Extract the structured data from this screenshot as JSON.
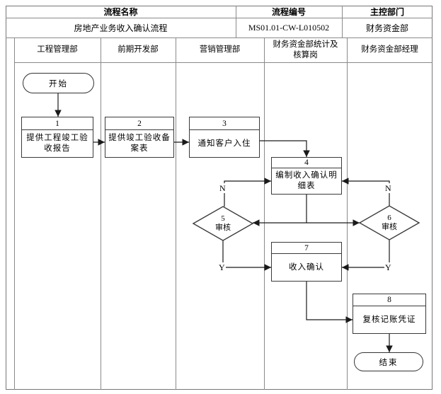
{
  "header": {
    "name_label": "流程名称",
    "code_label": "流程编号",
    "dept_label": "主控部门",
    "process_name": "房地产业务收入确认流程",
    "process_code": "MS01.01-CW-L010502",
    "controlling_dept": "财务资金部"
  },
  "lanes": [
    {
      "label": "工程管理部"
    },
    {
      "label": "前期开发部"
    },
    {
      "label": "营销管理部"
    },
    {
      "label": "财务资金部统计及\n核算岗"
    },
    {
      "label": "财务资金部经理"
    }
  ],
  "flow": {
    "start_label": "开始",
    "end_label": "结束",
    "steps": [
      {
        "num": "1",
        "label": "提供工程竣工验\n收报告"
      },
      {
        "num": "2",
        "label": "提供竣工验收备\n案表"
      },
      {
        "num": "3",
        "label": "通知客户入住"
      },
      {
        "num": "4",
        "label": "编制收入确认明\n细表"
      },
      {
        "num": "5",
        "label": "审核"
      },
      {
        "num": "6",
        "label": "审核"
      },
      {
        "num": "7",
        "label": "收入确认"
      },
      {
        "num": "8",
        "label": "复核记账凭证"
      }
    ],
    "branch_labels": {
      "yes": "Y",
      "no": "N"
    }
  },
  "colors": {
    "background": "#ffffff",
    "table_line": "#8a8a8a",
    "shape_border": "#3a3a3a",
    "connector": "#1a1a1a",
    "text": "#000000"
  }
}
